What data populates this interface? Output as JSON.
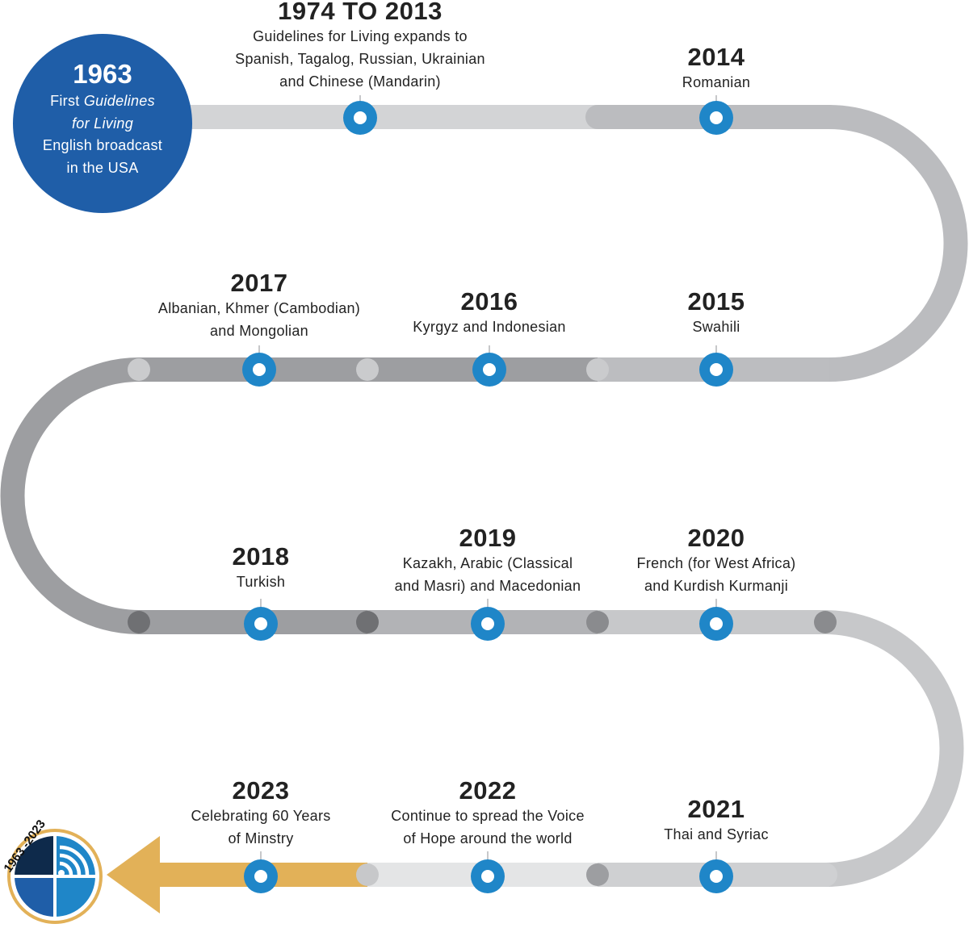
{
  "start": {
    "year": "1963",
    "line1_plain": "First ",
    "line1_italic": "Guidelines",
    "line2_italic": "for Living",
    "line3": "English broadcast",
    "line4": "in the USA"
  },
  "milestones": [
    {
      "year": "1974 TO 2013",
      "lines": [
        "Guidelines for Living expands to",
        "Spanish, Tagalog, Russian, Ukrainian",
        "and Chinese (Mandarin)"
      ]
    },
    {
      "year": "2014",
      "lines": [
        "Romanian"
      ]
    },
    {
      "year": "2015",
      "lines": [
        "Swahili"
      ]
    },
    {
      "year": "2016",
      "lines": [
        "Kyrgyz and Indonesian"
      ]
    },
    {
      "year": "2017",
      "lines": [
        "Albanian, Khmer (Cambodian)",
        "and Mongolian"
      ]
    },
    {
      "year": "2018",
      "lines": [
        "Turkish"
      ]
    },
    {
      "year": "2019",
      "lines": [
        "Kazakh, Arabic (Classical",
        "and Masri) and Macedonian"
      ]
    },
    {
      "year": "2020",
      "lines": [
        "French (for West Africa)",
        "and Kurdish Kurmanji"
      ]
    },
    {
      "year": "2021",
      "lines": [
        "Thai and Syriac"
      ]
    },
    {
      "year": "2022",
      "lines": [
        "Continue to spread the Voice",
        "of Hope around the world"
      ]
    },
    {
      "year": "2023",
      "lines": [
        "Celebrating 60 Years",
        "of Minstry"
      ]
    }
  ],
  "logo": {
    "badge_text": "1963 -2023",
    "icon": "broadcast-cross-logo-icon"
  },
  "colors": {
    "accent_blue": "#1f86c8",
    "start_circle": "#1f5ea8",
    "arrow_gold": "#e2b158",
    "track_light": "#d3d4d6",
    "track_mid": "#bbbcbf",
    "track_dark": "#9d9ea1"
  }
}
